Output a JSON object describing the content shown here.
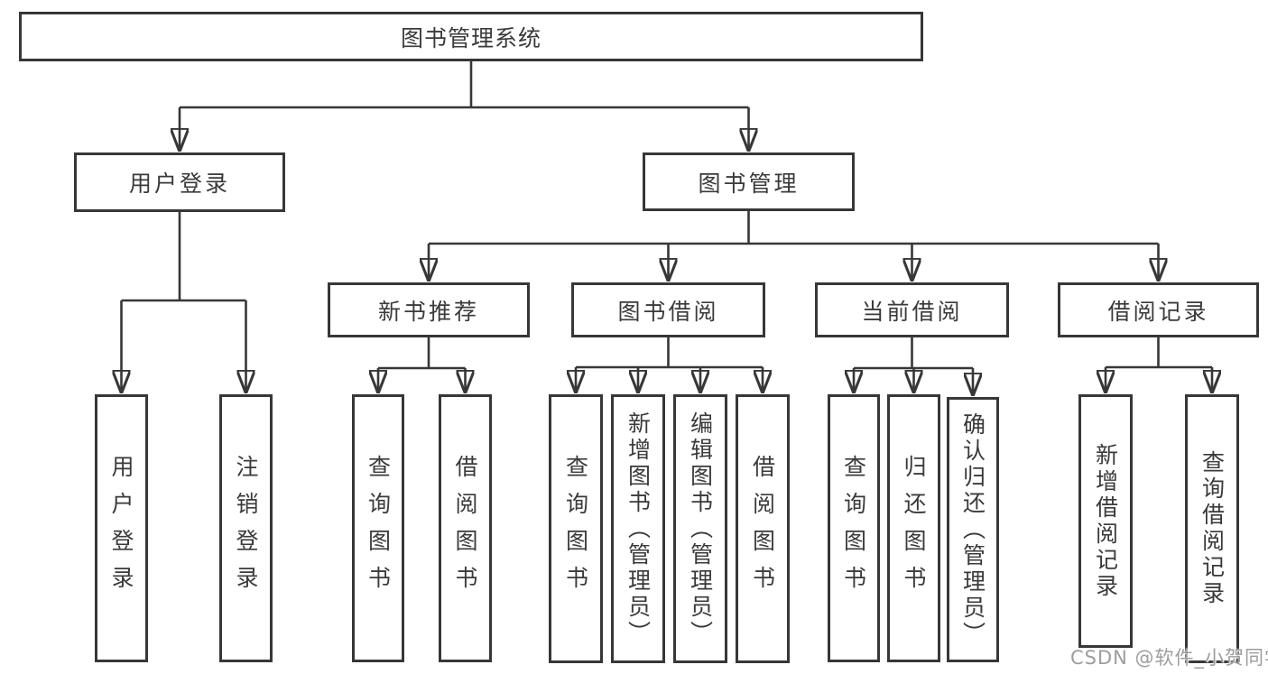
{
  "tree": {
    "root": {
      "label": "图书管理系统",
      "children": [
        {
          "label": "用户登录",
          "children": [
            {
              "label": "用户登录"
            },
            {
              "label": "注销登录"
            }
          ]
        },
        {
          "label": "图书管理",
          "children": [
            {
              "label": "新书推荐",
              "children": [
                {
                  "label": "查询图书"
                },
                {
                  "label": "借阅图书"
                }
              ]
            },
            {
              "label": "图书借阅",
              "children": [
                {
                  "label": "查询图书"
                },
                {
                  "label": "新增图书（管理员）"
                },
                {
                  "label": "编辑图书（管理员）"
                },
                {
                  "label": "借阅图书"
                }
              ]
            },
            {
              "label": "当前借阅",
              "children": [
                {
                  "label": "查询图书"
                },
                {
                  "label": "归还图书"
                },
                {
                  "label": "确认归还（管理员）"
                }
              ]
            },
            {
              "label": "借阅记录",
              "children": [
                {
                  "label": "新增借阅记录"
                },
                {
                  "label": "查询借阅记录"
                }
              ]
            }
          ]
        }
      ]
    }
  },
  "watermark": {
    "text": "CSDN @软件_小贺同学"
  },
  "colors": {
    "background": "#ffffff",
    "box_border": "#373737",
    "line": "#373737",
    "text": "#3a3a3a",
    "watermark": "#9d9d9d"
  }
}
